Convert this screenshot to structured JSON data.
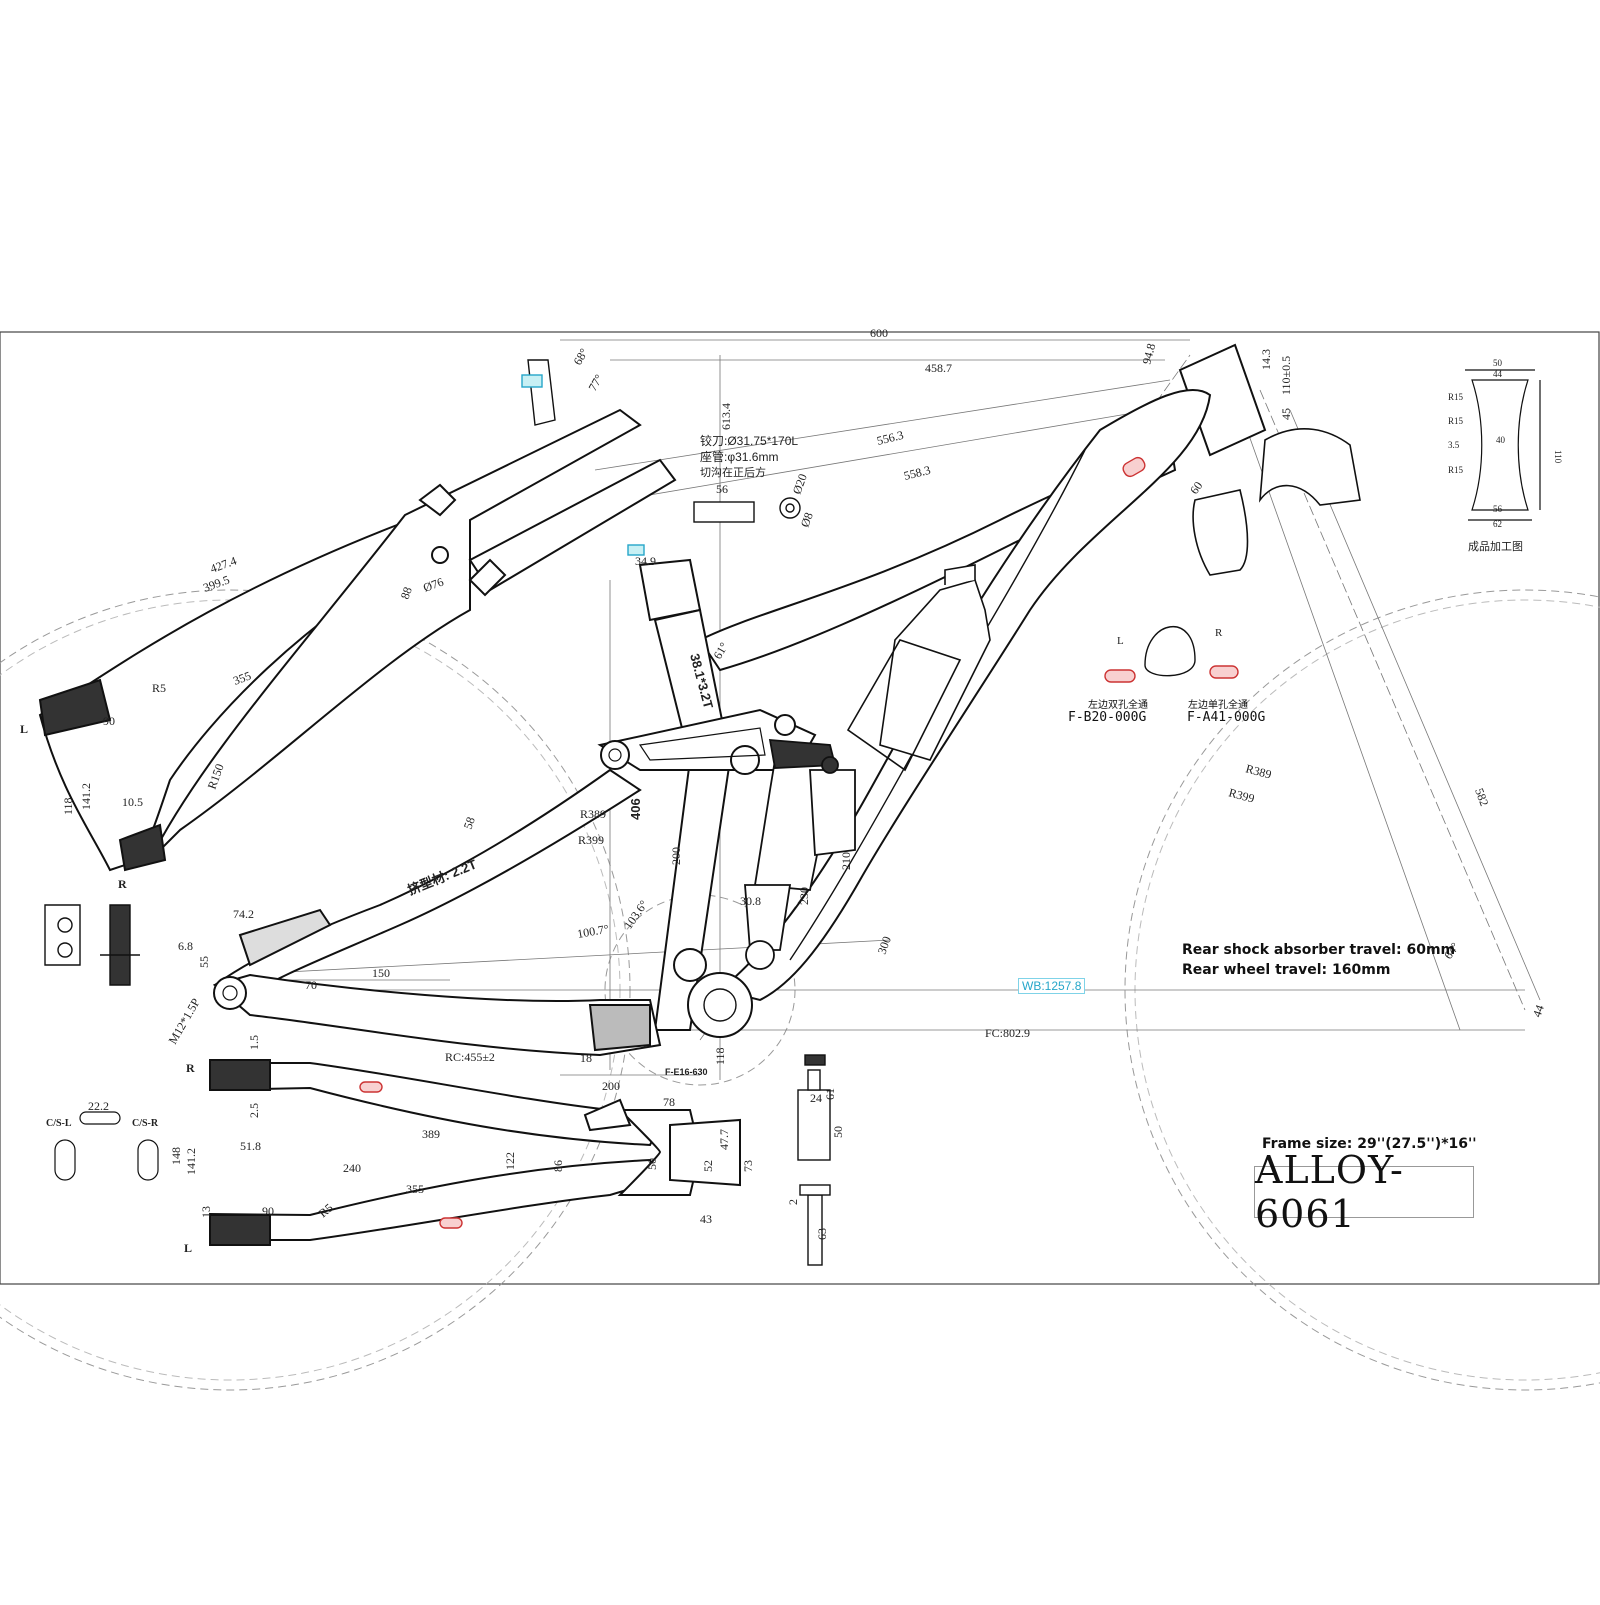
{
  "drawing": {
    "material": "ALLOY-6061",
    "frame_size": "Frame size: 29''(27.5'')*16''",
    "rear_shock_travel": "Rear shock absorber travel: 60mm",
    "rear_wheel_travel": "Rear wheel travel: 160mm",
    "wheelbase": "WB:1257.8",
    "front_center": "FC:802.9",
    "rear_center": "RC:455±2"
  },
  "notes": {
    "reamer": "铰刀:Ø31.75*170L",
    "seatpost": "座管:φ31.6mm",
    "slot": "切沟在正后方",
    "extrusion": "挤型材: 2.2T",
    "finished_section": "成品加工图",
    "tube_size": "38.1*3.2T"
  },
  "cable_ports": {
    "left_label": "L",
    "right_label": "R",
    "left_note": "左边双孔全通",
    "right_note": "左边单孔全通",
    "left_part": "F-B20-000G",
    "right_part": "F-A41-000G",
    "bb_part": "F-E16-630"
  },
  "side_labels": {
    "L": "L",
    "R": "R",
    "cs_left": "C/S-L",
    "cs_right": "C/S-R"
  },
  "dims": {
    "d600": "600",
    "d458": "458.7",
    "d556": "556.3",
    "d558": "558.3",
    "d613": "613.4",
    "d94": "94.8",
    "d14": "14.3",
    "d110": "110±0.5",
    "d45": "45",
    "d60": "60",
    "d56": "56",
    "d20": "Ø20",
    "d8": "Ø8",
    "d34": "34.9",
    "d427": "427.4",
    "d399": "399.5",
    "d76": "Ø76",
    "d88": "88",
    "d355": "355",
    "dR5": "R5",
    "d90": "90",
    "dR150": "R150",
    "d141": "141.2",
    "d148": "148",
    "d10": "10.5",
    "d406": "406",
    "dR389": "R389",
    "dR399": "R399",
    "d200": "200",
    "d230": "230",
    "d210": "210",
    "d308": "30.8",
    "d300": "300",
    "d582": "582",
    "d74": "74.2",
    "d68": "6.8",
    "d55": "55",
    "d150": "150",
    "d70": "70",
    "d1007": "100.7°",
    "d103": "103.6°",
    "dM12": "M12*1.5P",
    "d15": "1.5",
    "d18": "18",
    "d64": "64°",
    "d44": "44",
    "d68deg": "68°",
    "d77deg": "77°",
    "d61deg": "61°",
    "d78": "78",
    "d389": "389",
    "d518": "51.8",
    "d240": "240",
    "d122": "122",
    "d86": "86",
    "d50": "50",
    "d52": "52",
    "d477": "47.7",
    "d73": "73",
    "d43": "43",
    "d13": "13",
    "d25": "2.5",
    "d222": "22.2",
    "d24": "24",
    "d63": "63",
    "d61": "61",
    "d2": "2",
    "d118": "118",
    "d148b": "148",
    "d58": "58"
  },
  "section": {
    "top": "50",
    "top2": "44",
    "r15a": "R15",
    "r15b": "R15",
    "r15c": "R15",
    "r35": "3.5",
    "h110": "110",
    "mid": "40",
    "bot1": "56",
    "bot2": "62"
  }
}
